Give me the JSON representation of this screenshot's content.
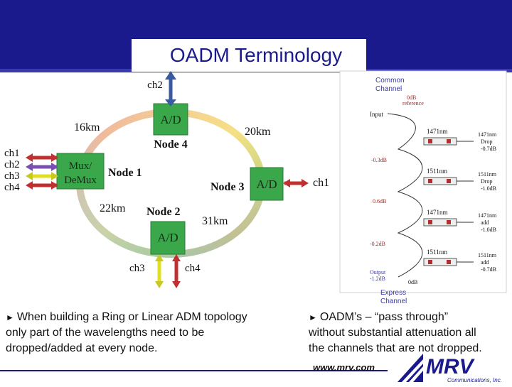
{
  "slide": {
    "title": "OADM Terminology",
    "url": "www.mrv.com",
    "bullets": [
      "When building a Ring or Linear ADM topology only part of the wavelengths need to be dropped/added at every node.",
      "OADM's – “pass through” without substantial attenuation all the channels that are not dropped."
    ],
    "bullet_lines": [
      [
        "When building a Ring or Linear ADM topology",
        "only part of the wavelengths need to be",
        "dropped/added at every node."
      ],
      [
        "OADM’s – “pass through”",
        "without substantial attenuation all",
        "the channels that are not dropped."
      ]
    ]
  },
  "ring": {
    "nodes": {
      "node1": "Node 1",
      "node2": "Node 2",
      "node3": "Node 3",
      "node4": "Node 4"
    },
    "box_labels": {
      "ad": "A/D",
      "mux1": "Mux/",
      "mux2": "DeMux"
    },
    "distances": [
      "16km",
      "20km",
      "22km",
      "31km"
    ],
    "channels": {
      "ch1": "ch1",
      "ch2": "ch2",
      "ch3": "ch3",
      "ch4": "ch4"
    },
    "channel_colors": [
      "#c03030",
      "#7a4fb0",
      "#e0e020",
      "#c03030"
    ]
  },
  "oadm_panel": {
    "common_label": "Common\nChannel",
    "common_line1": "Common",
    "common_line2": "Channel",
    "express_line1": "Express",
    "express_line2": "Channel",
    "ref1": "0dB",
    "ref2": "reference",
    "input": "Input",
    "rows": [
      {
        "loss": "-0.3dB",
        "wl": "1471nm",
        "r1": "1471nm",
        "r2": "Drop",
        "r3": "-0.7dB"
      },
      {
        "loss": "",
        "wl": "1511nm",
        "r1": "1511nm",
        "r2": "Drop",
        "r3": "-1.0dB"
      },
      {
        "loss": "0.6dB",
        "wl": "1471nm",
        "r1": "1471nm",
        "r2": "add",
        "r3": "-1.0dB"
      },
      {
        "loss": "-0.2dB",
        "wl": "1511nm",
        "r1": "1511nm",
        "r2": "add",
        "r3": "-0.7dB"
      }
    ],
    "output1": "Output",
    "output2": "-1.2dB",
    "end": "0dB"
  },
  "logo": {
    "text": "MRV",
    "sub": "Communications, Inc."
  }
}
